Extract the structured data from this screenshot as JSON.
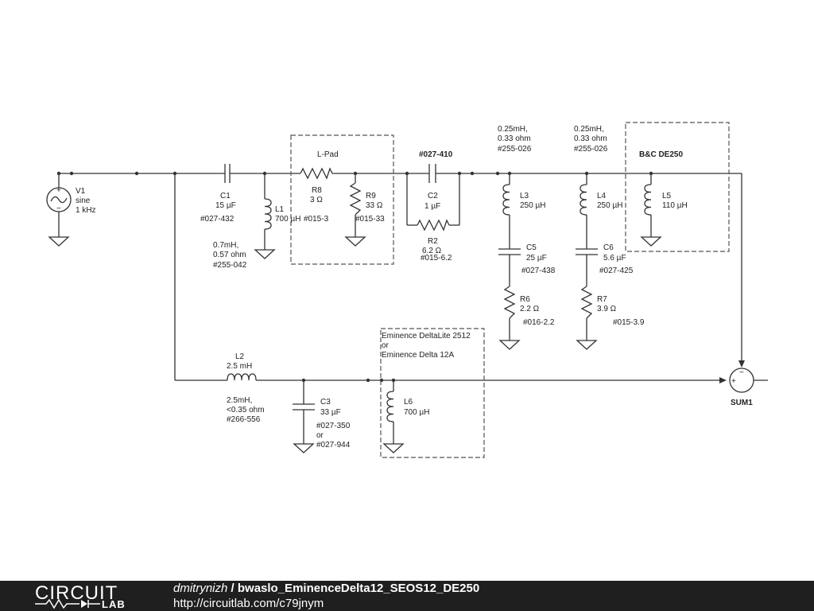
{
  "schematic": {
    "v1": {
      "ref": "V1",
      "type": "sine",
      "freq": "1 kHz"
    },
    "c1": {
      "ref": "C1",
      "value": "15 µF",
      "part": "#027-432"
    },
    "l1": {
      "ref": "L1",
      "value": "700 µH",
      "note1": "0.7mH,",
      "note2": "0.57 ohm",
      "part": "#255-042"
    },
    "lpad": {
      "title": "L-Pad"
    },
    "r8": {
      "ref": "R8",
      "value": "3 Ω",
      "part": "#015-3"
    },
    "r9": {
      "ref": "R9",
      "value": "33 Ω",
      "part": "#015-33"
    },
    "c2": {
      "ref": "C2",
      "value": "1 µF",
      "part": "#027-410"
    },
    "r2": {
      "ref": "R2",
      "value": "6.2 Ω",
      "part": "#015-6.2"
    },
    "l3": {
      "ref": "L3",
      "value": "250 µH",
      "note1": "0.25mH,",
      "note2": "0.33 ohm",
      "part": "#255-026"
    },
    "l4": {
      "ref": "L4",
      "value": "250 µH",
      "note1": "0.25mH,",
      "note2": "0.33 ohm",
      "part": "#255-026"
    },
    "c5": {
      "ref": "C5",
      "value": "25 µF",
      "part": "#027-438"
    },
    "c6": {
      "ref": "C6",
      "value": "5.6 µF",
      "part": "#027-425"
    },
    "r6": {
      "ref": "R6",
      "value": "2.2 Ω",
      "part": "#016-2.2"
    },
    "r7": {
      "ref": "R7",
      "value": "3.9 Ω",
      "part": "#015-3.9"
    },
    "l5": {
      "ref": "L5",
      "value": "110 µH",
      "box": "B&C DE250"
    },
    "l2": {
      "ref": "L2",
      "value": "2.5 mH",
      "note1": "2.5mH,",
      "note2": "<0.35 ohm",
      "part": "#266-556"
    },
    "c3": {
      "ref": "C3",
      "value": "33 µF",
      "part1": "#027-350",
      "part_or": "or",
      "part2": "#027-944"
    },
    "l6": {
      "ref": "L6",
      "value": "700 µH",
      "box1": "Eminence DeltaLite 2512",
      "box2": "or",
      "box3": "Eminence Delta 12A"
    },
    "sum1": {
      "ref": "SUM1",
      "plus": "+",
      "minus": "−"
    }
  },
  "footer": {
    "logo_main": "CIRCUIT",
    "logo_sub": "LAB",
    "author": "dmitrynizh",
    "separator": " / ",
    "title": "bwaslo_EminenceDelta12_SEOS12_DE250",
    "url": "http://circuitlab.com/c79jnym"
  }
}
